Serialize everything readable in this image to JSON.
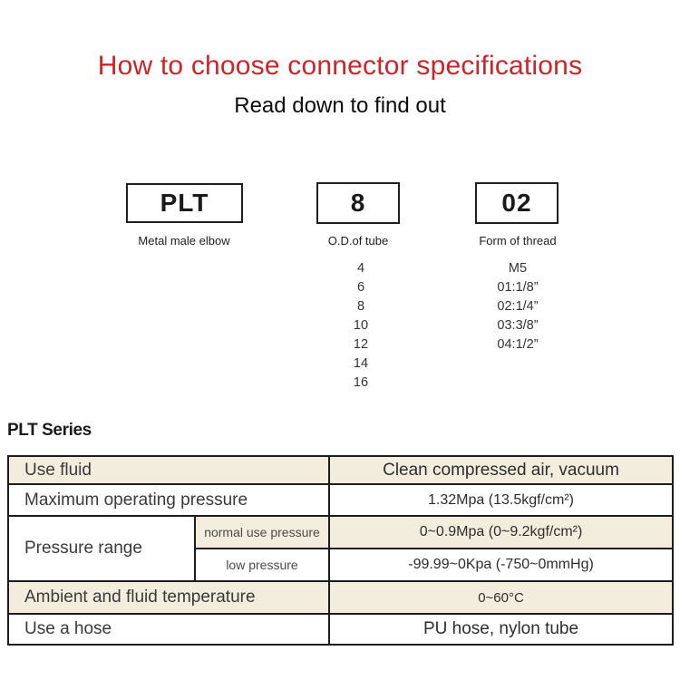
{
  "header": {
    "title": "How to choose connector specifications",
    "subtitle": "Read down to find out"
  },
  "model_code": {
    "segments": [
      {
        "code": "PLT",
        "label": "Metal male elbow"
      },
      {
        "code": "8",
        "label": "O.D.of tube"
      },
      {
        "code": "02",
        "label": "Form of thread"
      }
    ],
    "tube_sizes": [
      "4",
      "6",
      "8",
      "10",
      "12",
      "14",
      "16"
    ],
    "thread_options": [
      "M5",
      "01:1/8”",
      "02:1/4”",
      "03:3/8”",
      "04:1/2”"
    ]
  },
  "series": {
    "heading": "PLT Series"
  },
  "spec_table": {
    "use_fluid": {
      "label": "Use fluid",
      "value": "Clean compressed air, vacuum"
    },
    "max_pressure": {
      "label": "Maximum operating pressure",
      "value": "1.32Mpa (13.5kgf/cm²)"
    },
    "pressure_range": {
      "label": "Pressure range",
      "normal": {
        "label": "normal use pressure",
        "value": "0~0.9Mpa (0~9.2kgf/cm²)"
      },
      "low": {
        "label": "low pressure",
        "value": "-99.99~0Kpa (-750~0mmHg)"
      }
    },
    "temperature": {
      "label": "Ambient and fluid temperature",
      "value": "0~60°C"
    },
    "hose": {
      "label": "Use a hose",
      "value": "PU hose, nylon tube"
    }
  },
  "colors": {
    "title_red": "#c9252b",
    "row_beige": "#f3edde",
    "table_border": "#1c1c1c"
  }
}
